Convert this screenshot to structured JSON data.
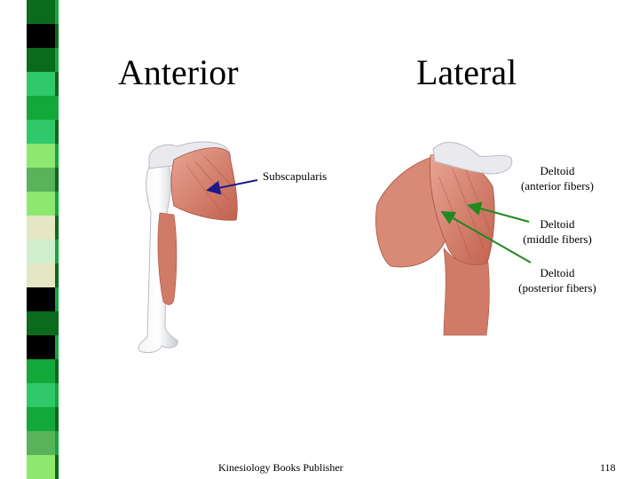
{
  "titles": {
    "left": "Anterior",
    "right": "Lateral"
  },
  "labels": {
    "subscapularis": "Subscapularis",
    "deltoid_anterior": {
      "line1": "Deltoid",
      "line2": "(anterior fibers)"
    },
    "deltoid_middle": {
      "line1": "Deltoid",
      "line2": "(middle fibers)"
    },
    "deltoid_posterior": {
      "line1": "Deltoid",
      "line2": "(posterior fibers)"
    }
  },
  "footer": {
    "publisher": "Kinesiology Books Publisher",
    "page_number": "118"
  },
  "colors": {
    "arrow_blue": "#1a1a8c",
    "arrow_green": "#1f8a1f",
    "stripe_palette": [
      "#0b6b1c",
      "#2fc86a",
      "#8ee86f",
      "#e5e6c3",
      "#000000",
      "#13a83a",
      "#59b35a",
      "#cfeecb"
    ]
  }
}
